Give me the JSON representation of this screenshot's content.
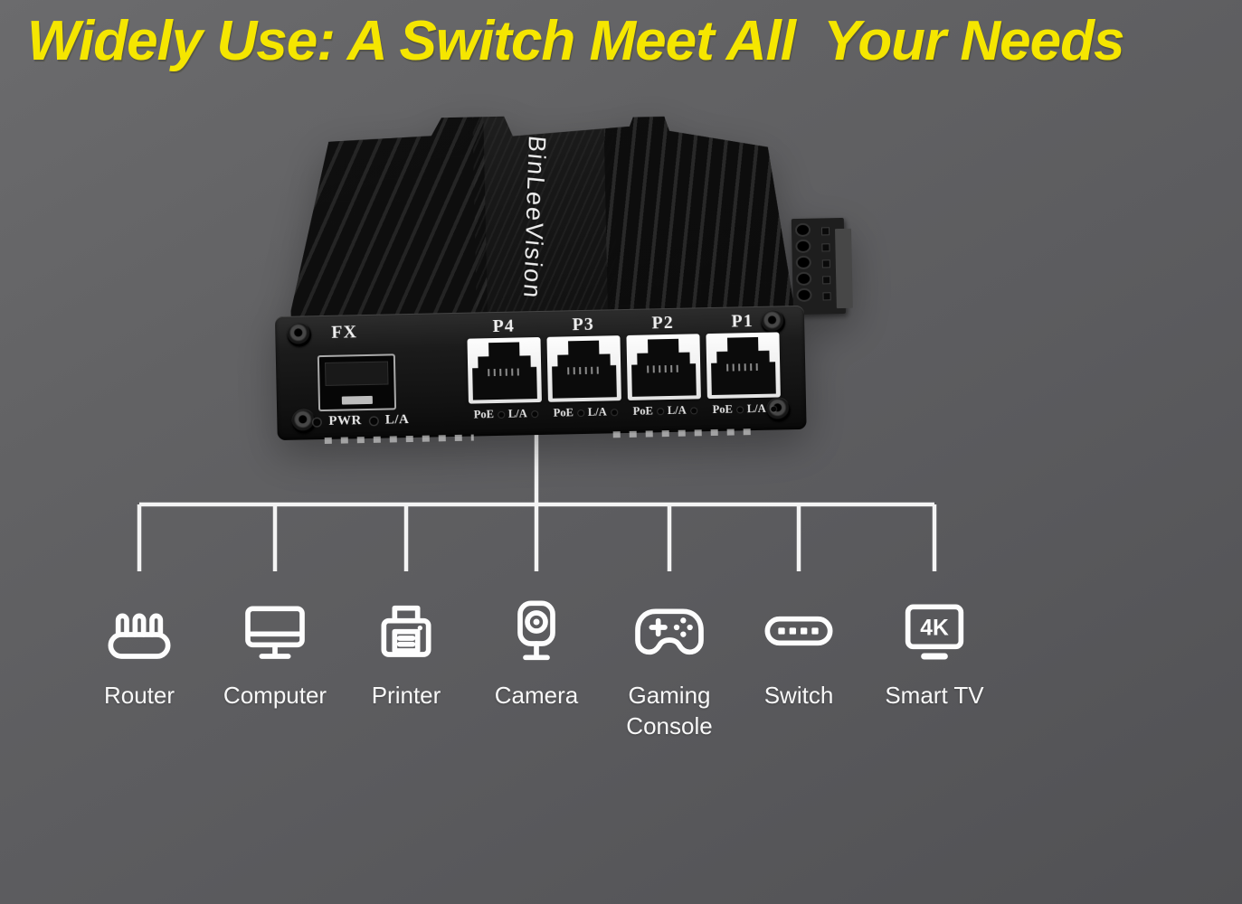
{
  "title": "Widely Use: A Switch Meet All  Your Needs",
  "colors": {
    "background": "#5e5e61",
    "title_yellow": "#f5e600",
    "line_white": "#f4f4f4",
    "device_body": "#141414",
    "label_white": "#f8f8f8"
  },
  "switch": {
    "brand": "BinLeeVision",
    "fx_label": "FX",
    "pwr_label": "PWR",
    "la_label": "L/A",
    "poe_label": "PoE",
    "ports": [
      "P4",
      "P3",
      "P2",
      "P1"
    ]
  },
  "diagram": {
    "devices": [
      {
        "label": "Router"
      },
      {
        "label": "Computer"
      },
      {
        "label": "Printer"
      },
      {
        "label": "Camera"
      },
      {
        "label": "Gaming Console"
      },
      {
        "label": "Switch"
      },
      {
        "label": "Smart TV",
        "badge": "4K"
      }
    ]
  }
}
